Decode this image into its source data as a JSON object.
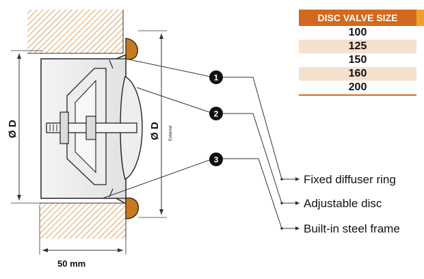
{
  "dimensions": {
    "inner_diameter_label": "Ø D",
    "external_diameter_label": "Ø D",
    "external_sub_label": "External",
    "depth_label": "50 mm"
  },
  "callouts": [
    {
      "number": "1",
      "text": "Fixed diffuser ring"
    },
    {
      "number": "2",
      "text": "Adjustable disc"
    },
    {
      "number": "3",
      "text": "Built-in steel frame"
    }
  ],
  "table": {
    "header": "DISC VALVE SIZE",
    "rows": [
      "100",
      "125",
      "150",
      "160",
      "200"
    ]
  },
  "colors": {
    "hatch": "#e0a86a",
    "table_header": "#d2691e",
    "table_stub": "#f0a030",
    "table_alt_row": "#f6e1cf",
    "seal": "#c87a1c"
  }
}
